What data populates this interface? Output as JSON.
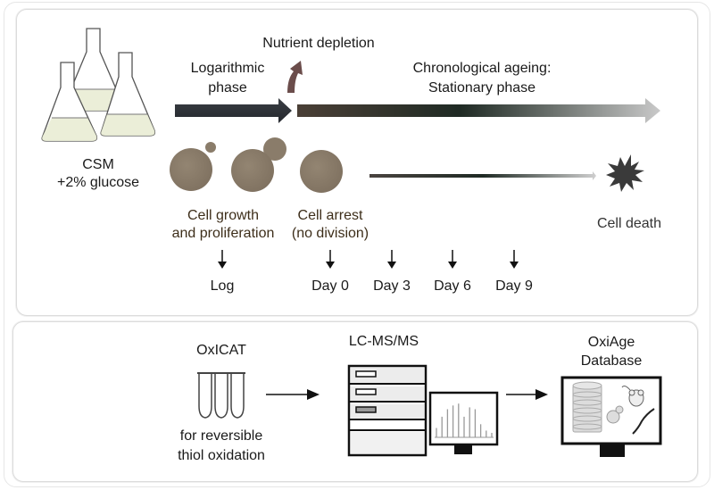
{
  "top_panel": {
    "medium": {
      "line1": "CSM",
      "line2": "+2% glucose"
    },
    "nutrient_depletion": "Nutrient depletion",
    "log_phase": {
      "line1": "Logarithmic",
      "line2": "phase"
    },
    "stationary_phase": {
      "line1": "Chronological ageing:",
      "line2": "Stationary phase"
    },
    "cell_growth": {
      "line1": "Cell growth",
      "line2": "and proliferation"
    },
    "cell_arrest": {
      "line1": "Cell arrest",
      "line2": "(no division)"
    },
    "cell_death": "Cell death",
    "timepoints": [
      "Log",
      "Day 0",
      "Day 3",
      "Day 6",
      "Day 9"
    ]
  },
  "bottom_panel": {
    "oxicat": {
      "title": "OxICAT",
      "line1": "for reversible",
      "line2": "thiol oxidation"
    },
    "lcms": {
      "title": "LC-MS/MS"
    },
    "database": {
      "line1": "OxiAge",
      "line2": "Database"
    },
    "spectrum_peaks": [
      0.25,
      0.55,
      0.75,
      0.85,
      0.9,
      0.55,
      0.8,
      0.75,
      0.35,
      0.18,
      0.12
    ]
  },
  "colors": {
    "flask_liquid": "#e9ecd4",
    "cell": "#8a7c6a",
    "arrow_dark": "#2f3338",
    "nutrient_arrow": "#6b4d4b",
    "death_star": "#3a3a3a"
  }
}
